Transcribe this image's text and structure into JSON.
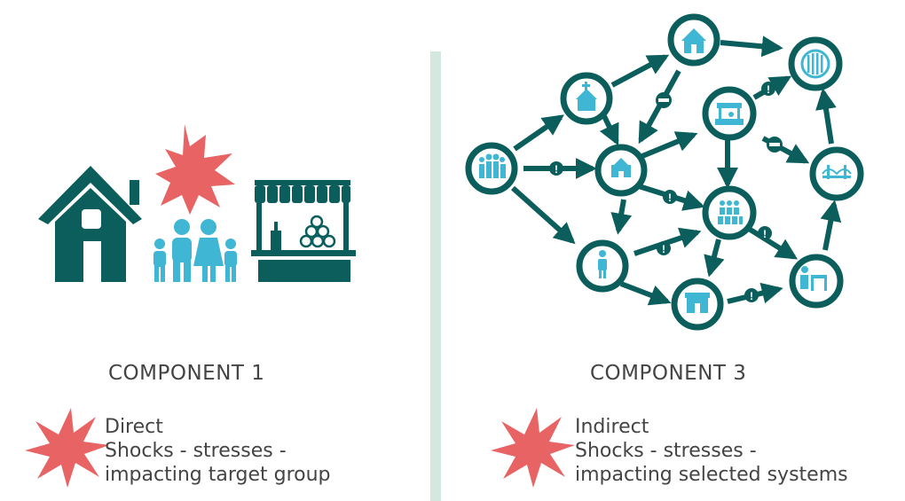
{
  "left": {
    "title": "COMPONENT 1",
    "desc_line1": "Direct",
    "desc_line2": "Shocks - stresses -",
    "desc_line3": "impacting target group"
  },
  "right": {
    "title": "COMPONENT 3",
    "desc_line1": "Indirect",
    "desc_line2": "Shocks - stresses -",
    "desc_line3": "impacting selected systems"
  },
  "network": {
    "nodes": [
      "family",
      "church",
      "house",
      "sewer-grate",
      "school",
      "market-stall",
      "bridge",
      "crowd",
      "person",
      "shop",
      "vendor"
    ]
  },
  "colors": {
    "dark_teal": "#0b5e5b",
    "light_blue": "#3fb6d3",
    "shock_red": "#e86464",
    "divider": "#d4e8e0"
  }
}
